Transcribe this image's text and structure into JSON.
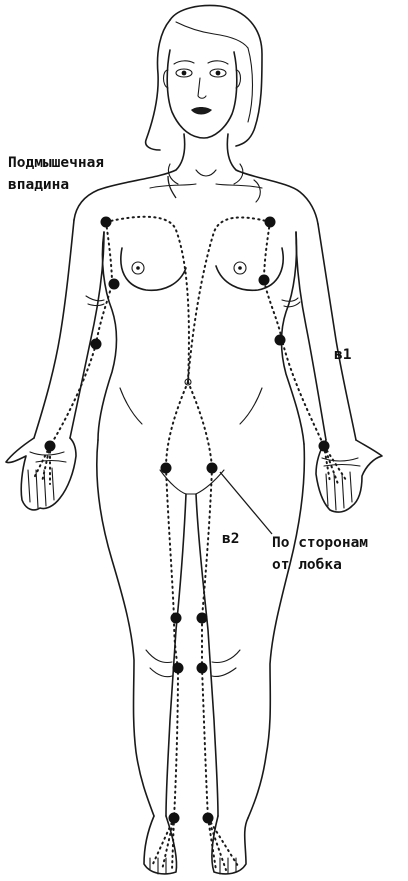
{
  "labels": {
    "axilla_line1": "Подмышечная",
    "axilla_line2": "впадина",
    "meridian_b1": "в1",
    "meridian_b2": "в2",
    "pubis_line1": "По сторонам",
    "pubis_line2": "от лобка"
  },
  "colors": {
    "ink": "#111111",
    "background": "#ffffff"
  }
}
